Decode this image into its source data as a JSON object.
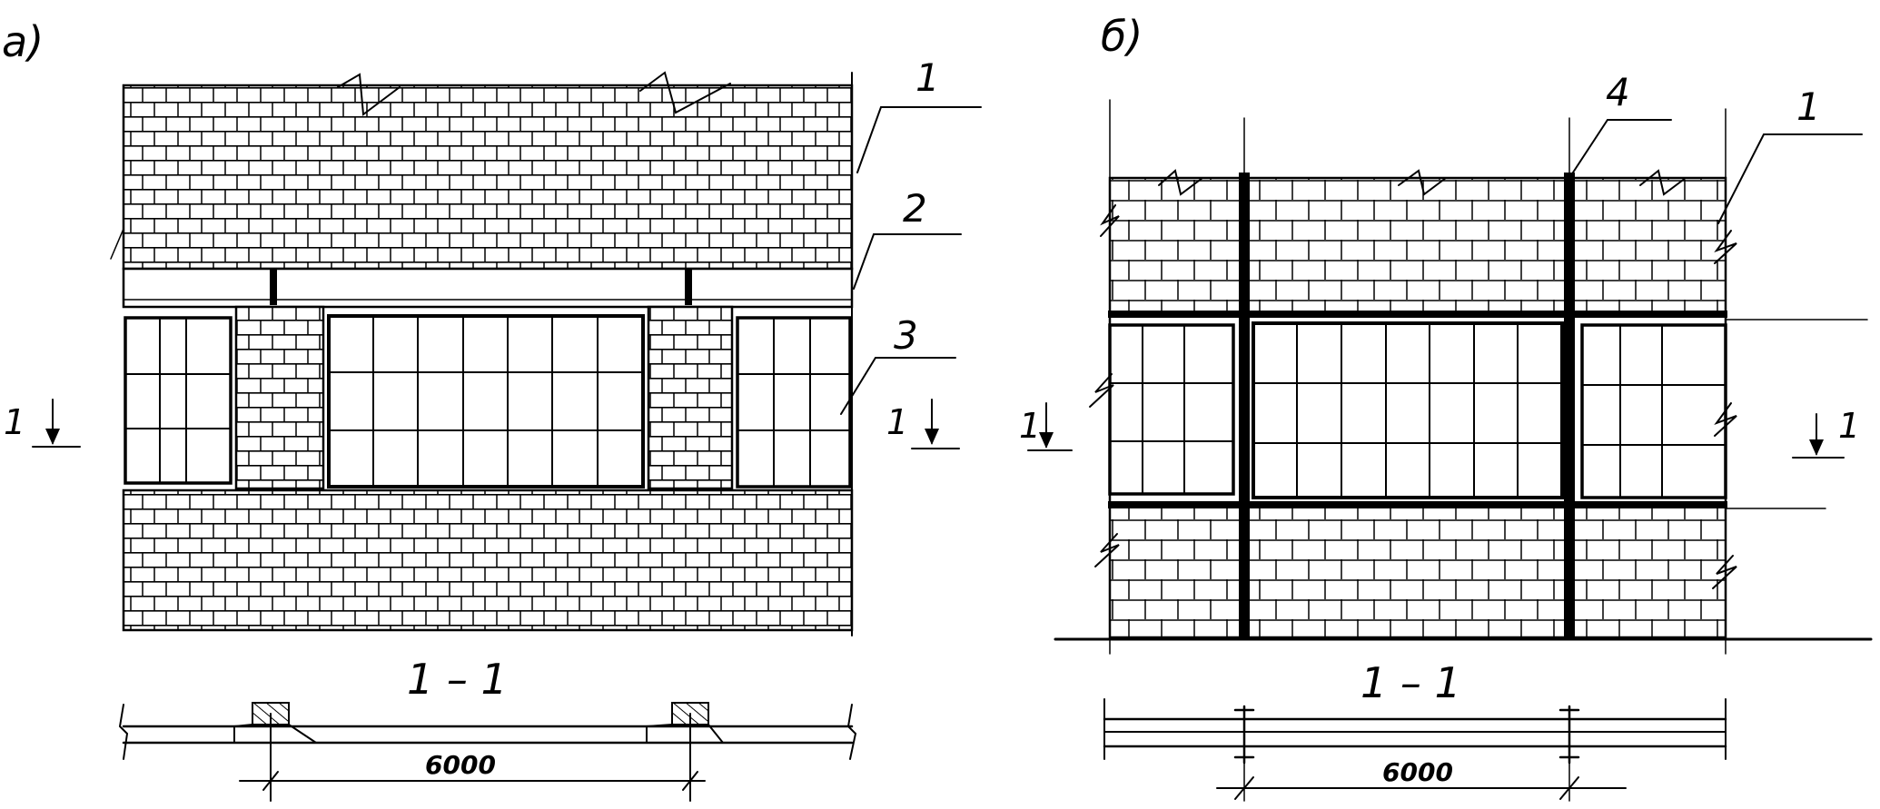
{
  "panel_a": {
    "letter": "а)",
    "callouts": [
      "1",
      "2",
      "3"
    ],
    "section_mark": "1",
    "section_title": "1 – 1",
    "span_dim": "6000"
  },
  "panel_b": {
    "letter": "б)",
    "callouts": [
      "1",
      "4"
    ],
    "section_mark": "1",
    "section_title": "1 – 1",
    "span_dim": "6000"
  },
  "colors": {
    "ink": "#000000",
    "paper": "#ffffff"
  }
}
